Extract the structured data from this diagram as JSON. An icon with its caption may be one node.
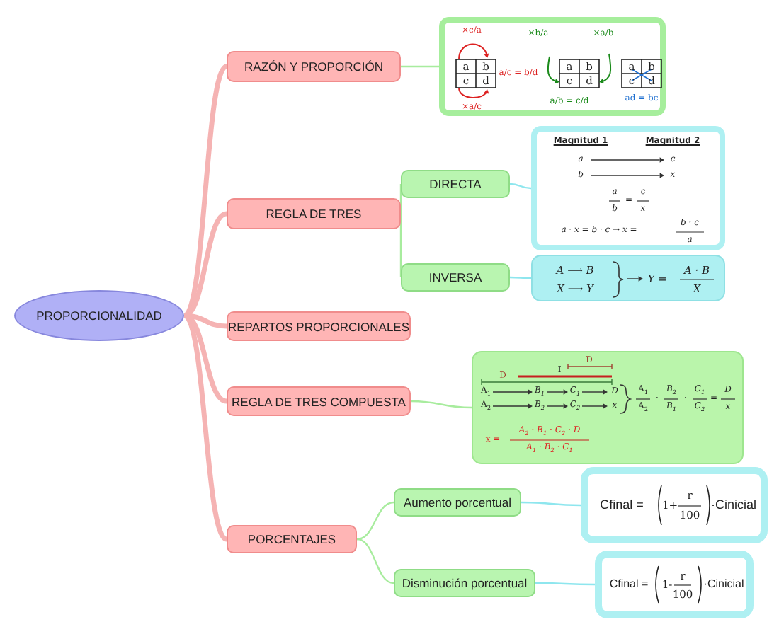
{
  "diagram": {
    "nodes": [
      {
        "text": [
          "PROPORCIONALIDAD"
        ]
      },
      {
        "text": [
          "RAZÓN Y PROPORCIÓN"
        ]
      },
      {
        "text": [
          "×c/a",
          "a",
          "b",
          "c",
          "d",
          "×a/c",
          "a/c = b/d",
          "×b/a",
          "a",
          "b",
          "c",
          "d",
          "×a/b",
          "a/b = c/d",
          "a",
          "b",
          "c",
          "d",
          "ad = bc"
        ]
      },
      {
        "text": [
          "REGLA DE TRES"
        ]
      },
      {
        "text": [
          "DIRECTA"
        ]
      },
      {
        "text": [
          "Magnitud 1",
          "Magnitud 2",
          "a",
          "c",
          "b",
          "x",
          "a",
          "b",
          "=",
          "c",
          "x",
          "a · x = b · c → x =",
          "b · c",
          "a"
        ]
      },
      {
        "text": [
          "INVERSA"
        ]
      },
      {
        "text": [
          "A ⟶ B",
          "X ⟶ Y",
          "Y =",
          "A · B",
          "X"
        ]
      },
      {
        "text": [
          "REPARTOS PROPORCIONALES"
        ]
      },
      {
        "text": [
          "REGLA DE TRES COMPUESTA"
        ]
      },
      {
        "text": [
          "D",
          "I",
          "D",
          "A$_{1}$",
          "B$_{1}$",
          "C$_{1}$",
          "D",
          "A$_{2}$",
          "B$_{2}$",
          "C$_{2}$",
          "x",
          "A$_{1}$",
          "A$_{2}$",
          "·",
          "B$_{2}$",
          "B$_{1}$",
          "·",
          "C$_{1}$",
          "C$_{2}$",
          "=",
          "D",
          "x",
          "x =",
          "A$_{2}$ · B$_{1}$ · C$_{2}$ · D",
          "A$_{1}$ · B$_{2}$ · C$_{1}$"
        ]
      },
      {
        "text": [
          "PORCENTAJES"
        ]
      },
      {
        "text": [
          "Aumento porcentual"
        ]
      },
      {
        "text": [
          "Cfinal =",
          "1+",
          "r",
          "100",
          "·Cinicial"
        ]
      },
      {
        "text": [
          "Disminución porcentual"
        ]
      },
      {
        "text": [
          "Cfinal =",
          "1-",
          "r",
          "100",
          "·Cinicial"
        ]
      }
    ],
    "edges": [
      {
        "from": 0,
        "to": 1,
        "arrow": "none",
        "style": "thick",
        "color": "#f5b3b3"
      },
      {
        "from": 0,
        "to": 3,
        "arrow": "none",
        "style": "thick",
        "color": "#f5b3b3"
      },
      {
        "from": 0,
        "to": 8,
        "arrow": "none",
        "style": "thick",
        "color": "#f5b3b3"
      },
      {
        "from": 0,
        "to": 9,
        "arrow": "none",
        "style": "thick",
        "color": "#f5b3b3"
      },
      {
        "from": 0,
        "to": 11,
        "arrow": "none",
        "style": "thick",
        "color": "#f5b3b3"
      },
      {
        "from": 1,
        "to": 2,
        "arrow": "none"
      },
      {
        "from": 3,
        "to": 4,
        "arrow": "none"
      },
      {
        "from": 3,
        "to": 6,
        "arrow": "none"
      },
      {
        "from": 4,
        "to": 5,
        "arrow": "none",
        "color": "#8ee6ee"
      },
      {
        "from": 6,
        "to": 7,
        "arrow": "none",
        "color": "#8ee6ee"
      },
      {
        "from": 9,
        "to": 10,
        "arrow": "none"
      },
      {
        "from": 11,
        "to": 12,
        "arrow": "none"
      },
      {
        "from": 11,
        "to": 14,
        "arrow": "none"
      },
      {
        "from": 12,
        "to": 13,
        "arrow": "none",
        "color": "#8ee6ee"
      },
      {
        "from": 14,
        "to": 15,
        "arrow": "none",
        "color": "#8ee6ee"
      }
    ]
  }
}
